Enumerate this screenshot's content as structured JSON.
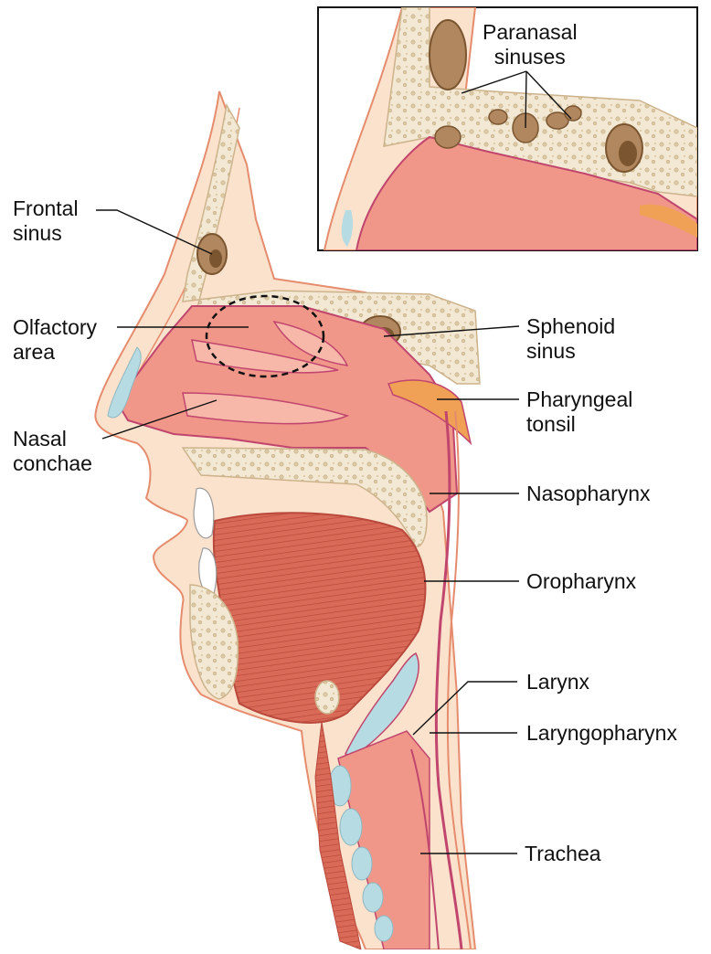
{
  "labels": {
    "paranasal_sinuses": [
      "Paranasal",
      "sinuses"
    ],
    "frontal_sinus": [
      "Frontal",
      "sinus"
    ],
    "olfactory_area": [
      "Olfactory",
      "area"
    ],
    "nasal_conchae": [
      "Nasal",
      "conchae"
    ],
    "sphenoid_sinus": [
      "Sphenoid",
      "sinus"
    ],
    "pharyngeal_tonsil": [
      "Pharyngeal",
      "tonsil"
    ],
    "nasopharynx": "Nasopharynx",
    "oropharynx": "Oropharynx",
    "larynx": "Larynx",
    "laryngopharynx": "Laryngopharynx",
    "trachea": "Trachea"
  },
  "colors": {
    "skin": "#fbe2cc",
    "skin_outline": "#e58c6e",
    "bone": "#f2e8d3",
    "bone_outline": "#cdb38c",
    "sinus": "#b0875f",
    "sinus_dark": "#7a5530",
    "mucosa": "#f0978a",
    "mucosa_light": "#f7b8aa",
    "mucosa_outline": "#c0466e",
    "muscle": "#d96a58",
    "muscle_stripe": "#b8493c",
    "cartilage": "#b7dbe2",
    "tonsil": "#f0a155",
    "line": "#111111"
  }
}
